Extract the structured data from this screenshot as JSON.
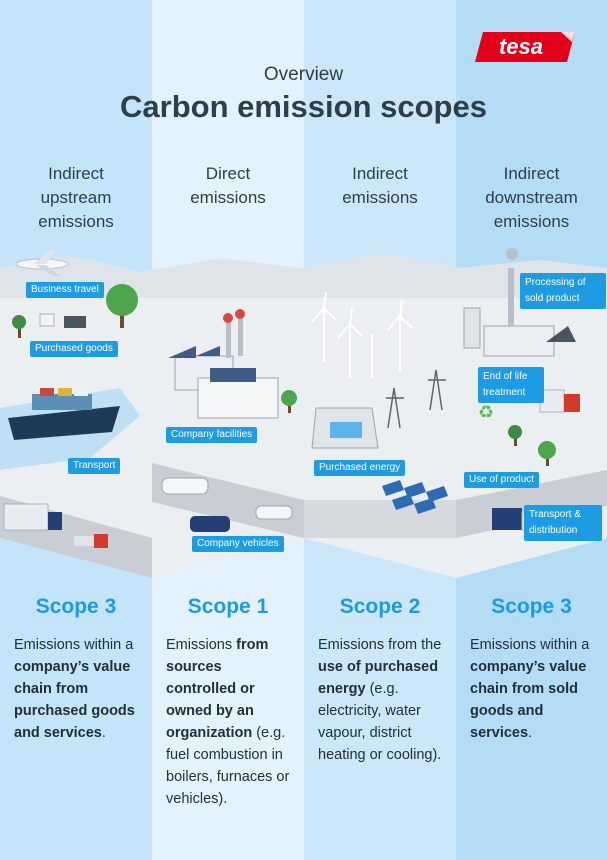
{
  "brand": {
    "logo_text": "tesa",
    "color": "#e2001a"
  },
  "header": {
    "subtitle": "Overview",
    "title": "Carbon emission scopes"
  },
  "columns": [
    {
      "heading": [
        "Indirect",
        "upstream",
        "emissions"
      ],
      "scope": "Scope 3",
      "labels": [
        "Business travel",
        "Purchased goods",
        "Transport"
      ],
      "description": [
        {
          "text": "Emissions within a ",
          "bold": false
        },
        {
          "text": "company’s value chain from purchased goods and services",
          "bold": true
        },
        {
          "text": ".",
          "bold": false
        }
      ]
    },
    {
      "heading": [
        "Direct",
        "emissions"
      ],
      "scope": "Scope 1",
      "labels": [
        "Company facilities",
        "Company vehicles"
      ],
      "description": [
        {
          "text": "Emissions ",
          "bold": false
        },
        {
          "text": "from sources controlled or owned by an organization",
          "bold": true
        },
        {
          "text": " (e.g. fuel combustion in boilers, furnaces or vehicles).",
          "bold": false
        }
      ]
    },
    {
      "heading": [
        "Indirect",
        "emissions"
      ],
      "scope": "Scope 2",
      "labels": [
        "Purchased energy"
      ],
      "description": [
        {
          "text": "Emissions from the ",
          "bold": false
        },
        {
          "text": "use of purchased energy",
          "bold": true
        },
        {
          "text": " (e.g. electricity, water vapour, district heating or cooling).",
          "bold": false
        }
      ]
    },
    {
      "heading": [
        "Indirect",
        "downstream",
        "emissions"
      ],
      "scope": "Scope 3",
      "labels": [
        "Processing of sold product",
        "End of life treatment",
        "Use of product",
        "Transport & distribution"
      ],
      "description": [
        {
          "text": "Emissions within a ",
          "bold": false
        },
        {
          "text": "company’s value chain from sold goods and services",
          "bold": true
        },
        {
          "text": ".",
          "bold": false
        }
      ]
    }
  ],
  "colors": {
    "accent": "#1d9ce4",
    "scope_text": "#1c9ae2",
    "heading_text": "#2e3e4a"
  }
}
